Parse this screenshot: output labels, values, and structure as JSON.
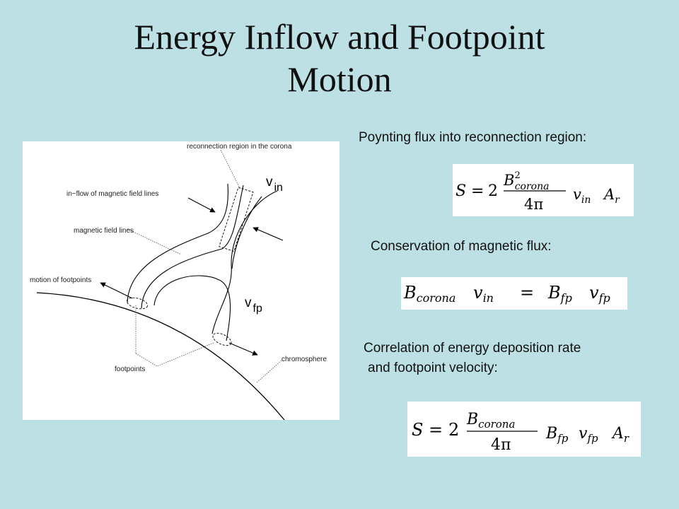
{
  "title": {
    "line1": "Energy Inflow and Footpoint",
    "line2": "Motion"
  },
  "figure": {
    "labels": {
      "reconnection": "reconnection region in the corona",
      "inflow": "in−flow of magnetic field lines",
      "field_lines": "magnetic field lines",
      "motion": "motion of footpoints",
      "footpoints": "footpoints",
      "chromosphere": "chromosphere"
    },
    "v_in": {
      "base": "v",
      "sub": "in"
    },
    "v_fp": {
      "base": "v",
      "sub": "fp"
    }
  },
  "sections": {
    "poynting": "Poynting flux into reconnection region:",
    "conservation": "Conservation of magnetic flux:",
    "correlation_line1": "Correlation of energy deposition rate",
    "correlation_line2": "and footpoint velocity:"
  },
  "equations": {
    "poynting": {
      "lhs": "S",
      "eq": "=",
      "coef": "2",
      "num_base": "B",
      "num_sup": "2",
      "num_sub": "corona",
      "den": "4π",
      "v": "v",
      "v_sub": "in",
      "a": "A",
      "a_sub": "r"
    },
    "conservation": {
      "b1": "B",
      "b1_sub": "corona",
      "v1": "v",
      "v1_sub": "in",
      "eq": "=",
      "b2": "B",
      "b2_sub": "fp",
      "v2": "v",
      "v2_sub": "fp"
    },
    "correlation": {
      "lhs": "S",
      "eq": "=",
      "coef": "2",
      "num_base": "B",
      "num_sub": "corona",
      "den": "4π",
      "b": "B",
      "b_sub": "fp",
      "v": "v",
      "v_sub": "fp",
      "a": "A",
      "a_sub": "r"
    }
  }
}
